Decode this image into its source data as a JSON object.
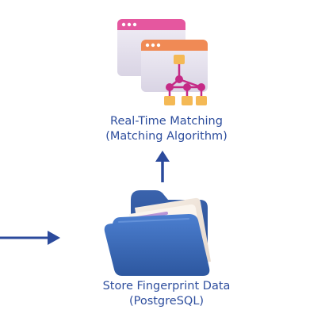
{
  "nodes": {
    "matching": {
      "line1": "Real-Time Matching",
      "line2": "(Matching Algorithm)",
      "icon": "browser-windows-flowchart-icon"
    },
    "storage": {
      "line1": "Store Fingerprint Data",
      "line2": "(PostgreSQL)",
      "icon": "folder-with-documents-icon"
    }
  },
  "edges": [
    {
      "from": "left-offscreen",
      "to": "storage",
      "direction": "right"
    },
    {
      "from": "storage",
      "to": "matching",
      "direction": "up"
    }
  ],
  "colors": {
    "label_text": "#2f4f9e",
    "arrow": "#2b4a9c",
    "window_pink": "#e5579f",
    "window_orange": "#f08a55",
    "window_body": "#e6e2ee",
    "node_magenta": "#c52a86",
    "node_box": "#f4b955",
    "folder_blue": "#3d6fc2",
    "folder_dark": "#2c4f94",
    "doc_purple": "#b995d6"
  }
}
